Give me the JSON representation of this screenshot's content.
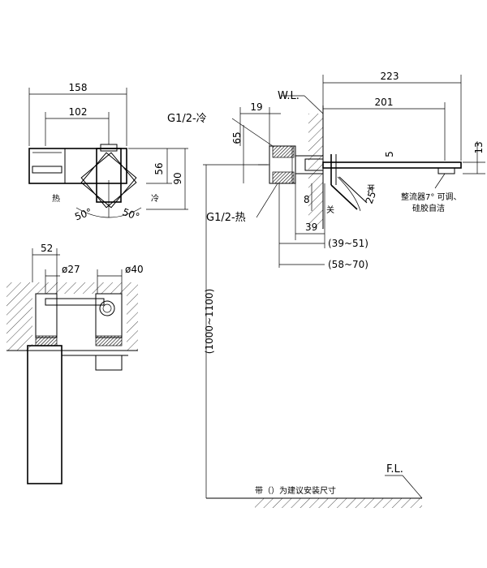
{
  "top_view": {
    "dim_total_width": "158",
    "dim_handle_span": "102",
    "dim_height_56": "56",
    "dim_height_90": "90",
    "label_hot": "热",
    "label_cold": "冷",
    "angle_left": "50°",
    "angle_right": "50°"
  },
  "side_view": {
    "dim_overall": "223",
    "dim_spout": "201",
    "dim_19": "19",
    "dim_65": "65",
    "dim_5": "5",
    "dim_13": "13",
    "dim_8": "8",
    "dim_39": "39",
    "dim_39_51": "(39~51)",
    "dim_58_70": "(58~70)",
    "dim_height_range": "(1000~1100)",
    "label_cold_inlet": "G1/2-冷",
    "label_hot_inlet": "G1/2-热",
    "label_water_level": "W.L.",
    "label_floor_level": "F.L.",
    "label_open": "开",
    "label_close": "关",
    "angle_25": "25°",
    "note_aerator_line1": "整流器7° 可调、",
    "note_aerator_line2": "硅胶自洁",
    "note_brackets": "带（）为建议安装尺寸"
  },
  "section_view": {
    "dim_52": "52",
    "dim_d27": "ø27",
    "dim_d40": "ø40"
  }
}
